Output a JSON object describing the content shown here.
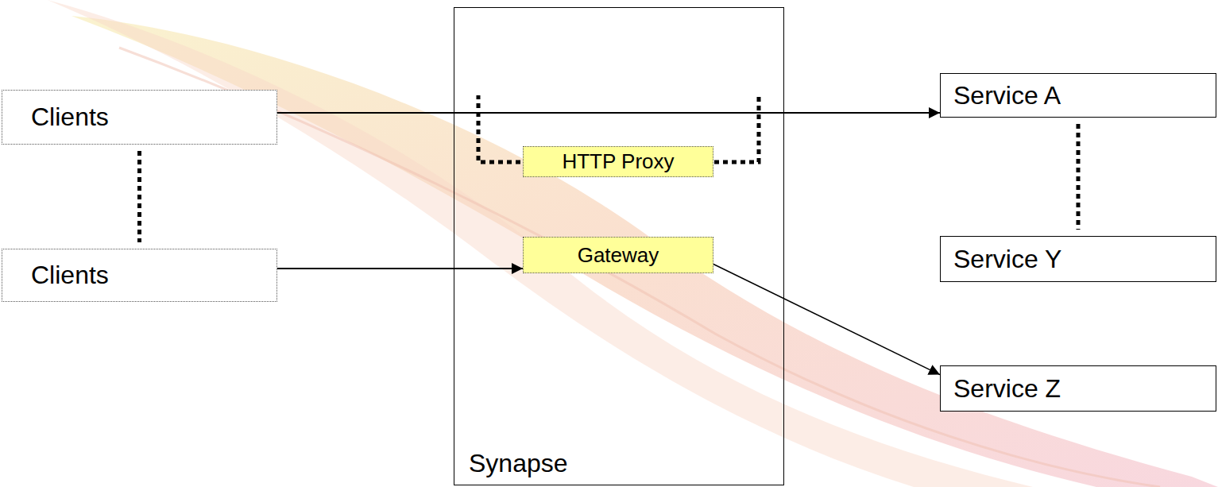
{
  "diagram": {
    "nodes": [
      {
        "text": [
          "Clients"
        ]
      },
      {
        "text": [
          "Synapse"
        ]
      },
      {
        "text": [
          "HTTP Proxy"
        ],
        "in": 1
      },
      {
        "text": [
          "Gateway"
        ],
        "in": 1
      },
      {
        "text": [
          "Clients"
        ]
      },
      {
        "text": [
          "Service A"
        ]
      },
      {
        "text": [
          "Service Y"
        ]
      },
      {
        "text": [
          "Service Z"
        ]
      }
    ],
    "edges": [
      {
        "from": 0,
        "to": 5,
        "arrow": "to"
      },
      {
        "from": 0,
        "to": 4,
        "arrow": "none"
      },
      {
        "from": 4,
        "to": 3,
        "arrow": "to"
      },
      {
        "from": 3,
        "to": 7,
        "arrow": "to"
      },
      {
        "from": 5,
        "to": 6,
        "arrow": "none"
      }
    ]
  }
}
